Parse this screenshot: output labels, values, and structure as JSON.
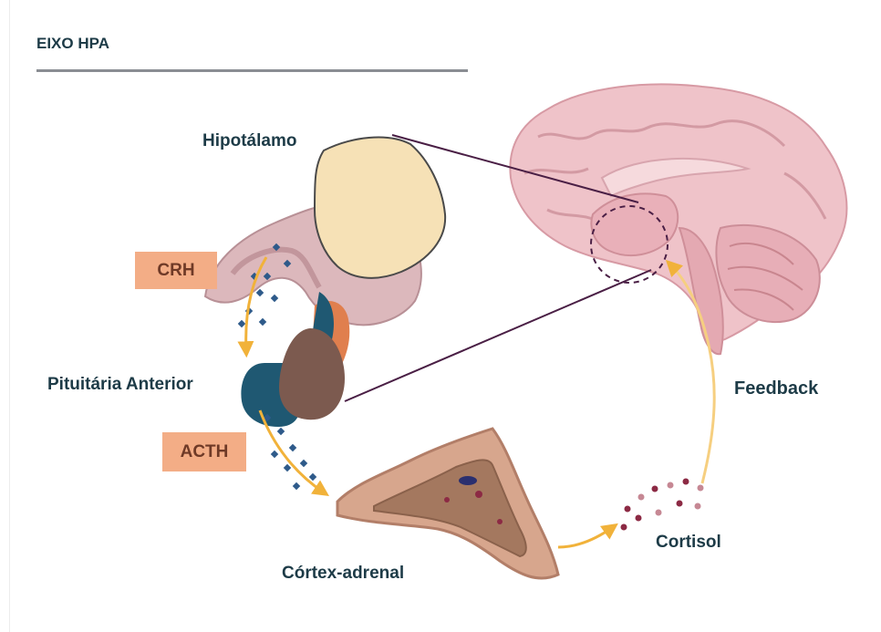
{
  "title": "EIXO HPA",
  "labels": {
    "hypothalamus": "Hipotálamo",
    "anterior_pituitary": "Pituitária Anterior",
    "adrenal_cortex": "Córtex-adrenal",
    "cortisol": "Cortisol",
    "feedback": "Feedback"
  },
  "badges": {
    "crh": "CRH",
    "acth": "ACTH"
  },
  "colors": {
    "title_text": "#1d3b47",
    "badge_fill": "#f3ad86",
    "badge_text": "#6f3a27",
    "arrow": "#f1b23a",
    "connector": "#4a1f45",
    "brain": "#efc3c9",
    "hypothalamus": "#f6e1b6",
    "pituitary_anterior": "#1f5872",
    "pituitary_posterior": "#7c5a4f",
    "adrenal": "#d7a68d",
    "crh_dots": "#2e5a8a",
    "cortisol_dots": "#8c2a44"
  }
}
